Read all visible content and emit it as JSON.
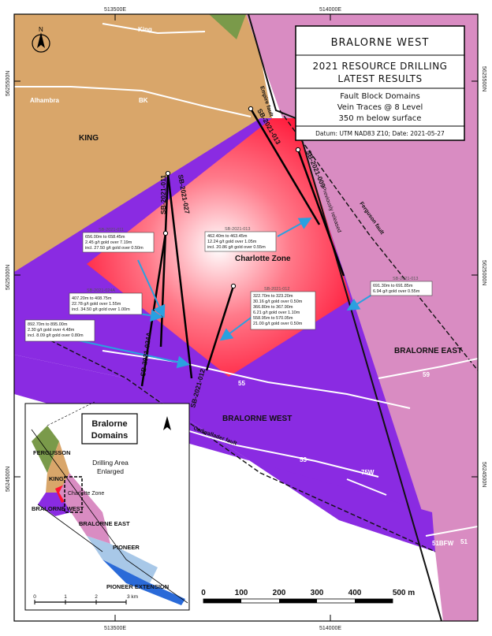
{
  "title_block": {
    "project": "BRALORNE WEST",
    "heading_line1": "2021 RESOURCE DRILLING",
    "heading_line2": "LATEST RESULTS",
    "legend_line1": "Fault Block Domains",
    "legend_line2": "Vein Traces @ 8 Level",
    "legend_line3": "350 m below surface",
    "datum": "Datum: UTM NAD83 Z10;  Date: 2021-05-27"
  },
  "grid_labels": {
    "top_e1": "513500E",
    "top_e2": "514000E",
    "bottom_e1": "513500E",
    "bottom_e2": "514000E",
    "left_n1": "5625500N",
    "left_n2": "5625000N",
    "left_n3": "5624500N",
    "right_n1": "5625500N",
    "right_n2": "5625000N",
    "right_n3": "5624500N"
  },
  "domains": {
    "king": "KING",
    "bralorne_west": "BRALORNE WEST",
    "bralorne_east": "BRALORNE EAST",
    "charlotte_zone": "Charlotte Zone"
  },
  "colors": {
    "king": "#d9a66a",
    "bralorne_west": "#8a2be2",
    "bralorne_east": "#d98cc2",
    "fergusson": "#7a9a4a",
    "pioneer": "#a8c8e8",
    "pioneer_extension": "#2a6ad8",
    "charlotte_zone": "#ff1133",
    "callout_arrow": "#2aa0e0"
  },
  "veins": {
    "alhambra": "Alhambra",
    "bk": "BK",
    "king": "King",
    "v55": "55",
    "v53": "53",
    "v59": "59",
    "v75w": "75W",
    "v51bfw": "51BFW",
    "v51": "51"
  },
  "faults": {
    "empire": "Empire fault",
    "ferguson": "Ferguson fault",
    "cadwallader": "Cadwallader fault",
    "previously_released": "Previously released"
  },
  "drillholes": {
    "sb013": "SB-2021-013",
    "sb009": "SB-2021-009",
    "sb011": "SB-2021-011",
    "sb027": "SB-2021-027",
    "sb024a": "SB-2021-024A",
    "sb012": "SB-2021-012"
  },
  "callouts": {
    "c011": {
      "title": "SB-2021-011",
      "lines": [
        "656.00m to 658.45m",
        "2.45 g/t gold over 7.19m",
        "incl. 27.50 g/t gold over 0.50m"
      ]
    },
    "c013a": {
      "title": "SB-2021-013",
      "lines": [
        "462.40m to 463.45m",
        "12.24 g/t gold over 1.05m",
        "incl. 20.86 g/t gold over 0.55m"
      ]
    },
    "c024a": {
      "title": "SB-2021-024A",
      "lines": [
        "407.20m to 408.75m",
        "22.78 g/t gold over 1.55m",
        "incl. 34.50 g/t gold over 1.00m"
      ]
    },
    "c024b": {
      "title": "",
      "lines": [
        "892.70m to 895.00m",
        "2.30 g/t gold over 4.48m",
        "incl. 8.09 g/t gold over 0.80m"
      ]
    },
    "c012": {
      "title": "SB-2021-012",
      "lines": [
        "322.70m to 323.20m",
        "30.16 g/t gold over 0.50m",
        "366.80m to 367.90m",
        "6.21 g/t gold over 1.10m",
        "558.95m to 570.05m",
        "21.00 g/t gold over 0.50m"
      ]
    },
    "c013b": {
      "title": "SB-2021-013",
      "lines": [
        "691.30m to 691.85m",
        "6.94 g/t gold over 0.55m"
      ]
    }
  },
  "scale_bar": {
    "labels": [
      "0",
      "100",
      "200",
      "300",
      "400",
      "500 m"
    ]
  },
  "inset": {
    "title_line1": "Bralorne",
    "title_line2": "Domains",
    "drilling_line1": "Drilling Area",
    "drilling_line2": "Enlarged",
    "fergusson": "FERGUSSON",
    "king": "KING",
    "charlotte": "Charlotte Zone",
    "bralorne_west": "BRALORNE WEST",
    "bralorne_east": "BRALORNE EAST",
    "pioneer": "PIONEER",
    "pioneer_extension": "PIONEER EXTENSION",
    "scale_labels": [
      "0",
      "1",
      "2",
      "3 km"
    ]
  },
  "north_symbol": "N"
}
